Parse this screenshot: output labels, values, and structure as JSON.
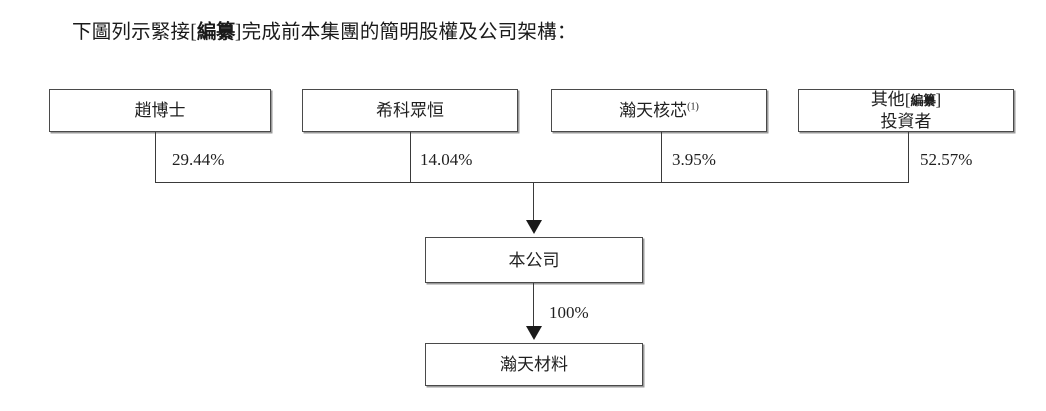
{
  "document": {
    "intro": {
      "before": "下圖列示緊接[",
      "redacted": "編纂",
      "after": "]完成前本集團的簡明股權及公司架構：",
      "full_text": "下圖列示緊接[編纂]完成前本集團的簡明股權及公司架構："
    }
  },
  "chart_data": {
    "type": "diagram",
    "title": "下圖列示緊接[編纂]完成前本集團的簡明股權及公司架構：",
    "orientation": "top-down",
    "shareholders": [
      {
        "id": "zhao",
        "label": "趙博士",
        "percent": "29.44%",
        "footnote": ""
      },
      {
        "id": "xike",
        "label": "希科眾恒",
        "percent": "14.04%",
        "footnote": ""
      },
      {
        "id": "hantian",
        "label": "瀚天核芯",
        "percent": "3.95%",
        "footnote": "(1)"
      },
      {
        "id": "other",
        "label_line1": "其他",
        "label_redacted": "編纂",
        "label_line2": "投資者",
        "percent": "52.57%",
        "footnote": ""
      }
    ],
    "entities": [
      {
        "id": "company",
        "label": "本公司"
      },
      {
        "id": "material",
        "label": "瀚天材料"
      }
    ],
    "edges": [
      {
        "from": "zhao",
        "to": "company",
        "label": "29.44%"
      },
      {
        "from": "xike",
        "to": "company",
        "label": "14.04%"
      },
      {
        "from": "hantian",
        "to": "company",
        "label": "3.95%"
      },
      {
        "from": "other",
        "to": "company",
        "label": "52.57%"
      },
      {
        "from": "company",
        "to": "material",
        "label": "100%"
      }
    ],
    "colors": {
      "box_border": "#4a4a4a",
      "box_shadow": "#9a9a9a",
      "line": "#3a3a3a",
      "text": "#1f1f1f",
      "background": "#ffffff"
    }
  }
}
